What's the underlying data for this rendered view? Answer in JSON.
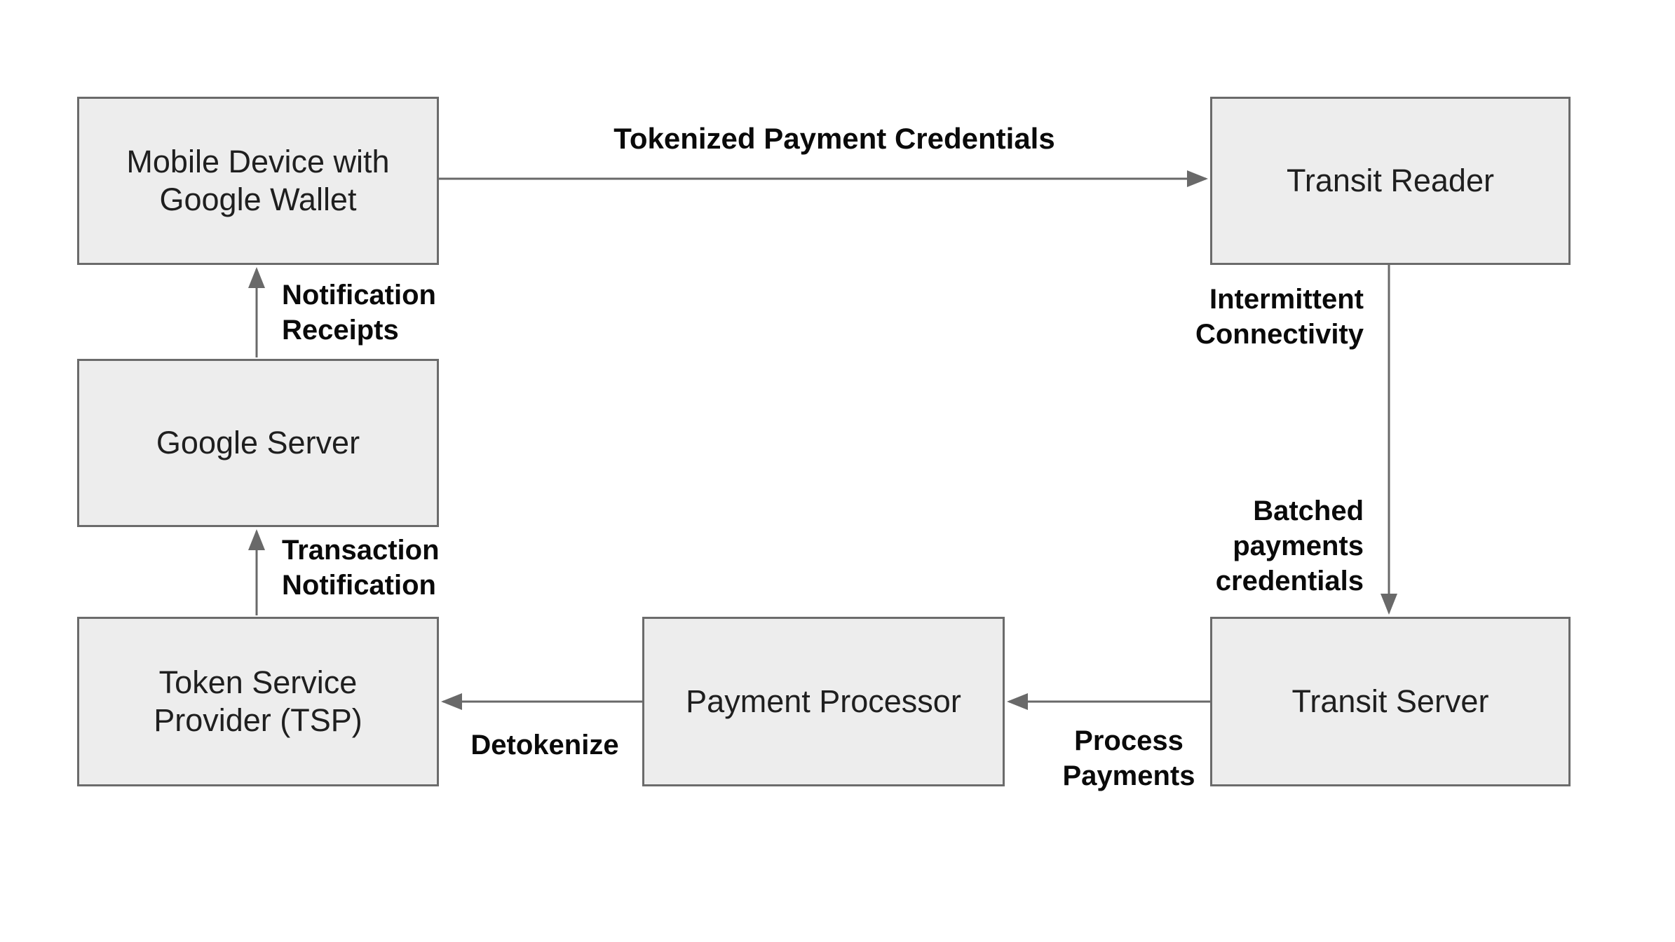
{
  "diagram": {
    "nodes": {
      "mobile": {
        "label": "Mobile Device with\nGoogle Wallet"
      },
      "reader": {
        "label": "Transit Reader"
      },
      "google": {
        "label": "Google Server"
      },
      "tsp": {
        "label": "Token Service\nProvider (TSP)"
      },
      "processor": {
        "label": "Payment Processor"
      },
      "transit": {
        "label": "Transit Server"
      }
    },
    "edge_labels": {
      "tokenized": "Tokenized Payment Credentials",
      "notification": "Notification\nReceipts",
      "transaction": "Transaction\nNotification",
      "intermittent": "Intermittent\nConnectivity",
      "batched": "Batched\npayments\ncredentials",
      "process": "Process\nPayments",
      "detokenize": "Detokenize"
    },
    "edges": [
      {
        "from": "mobile",
        "to": "reader",
        "label": "Tokenized Payment Credentials"
      },
      {
        "from": "reader",
        "to": "transit",
        "label": "Intermittent Connectivity / Batched payments credentials"
      },
      {
        "from": "transit",
        "to": "processor",
        "label": "Process Payments"
      },
      {
        "from": "processor",
        "to": "tsp",
        "label": "Detokenize"
      },
      {
        "from": "tsp",
        "to": "google",
        "label": "Transaction Notification"
      },
      {
        "from": "google",
        "to": "mobile",
        "label": "Notification Receipts"
      }
    ],
    "colors": {
      "background": "#ffffff",
      "node_fill": "#ededed",
      "node_border": "#6b6b6b",
      "arrow": "#696969",
      "box_text": "#1f1f1f",
      "label_text": "#0a0a0a"
    }
  }
}
